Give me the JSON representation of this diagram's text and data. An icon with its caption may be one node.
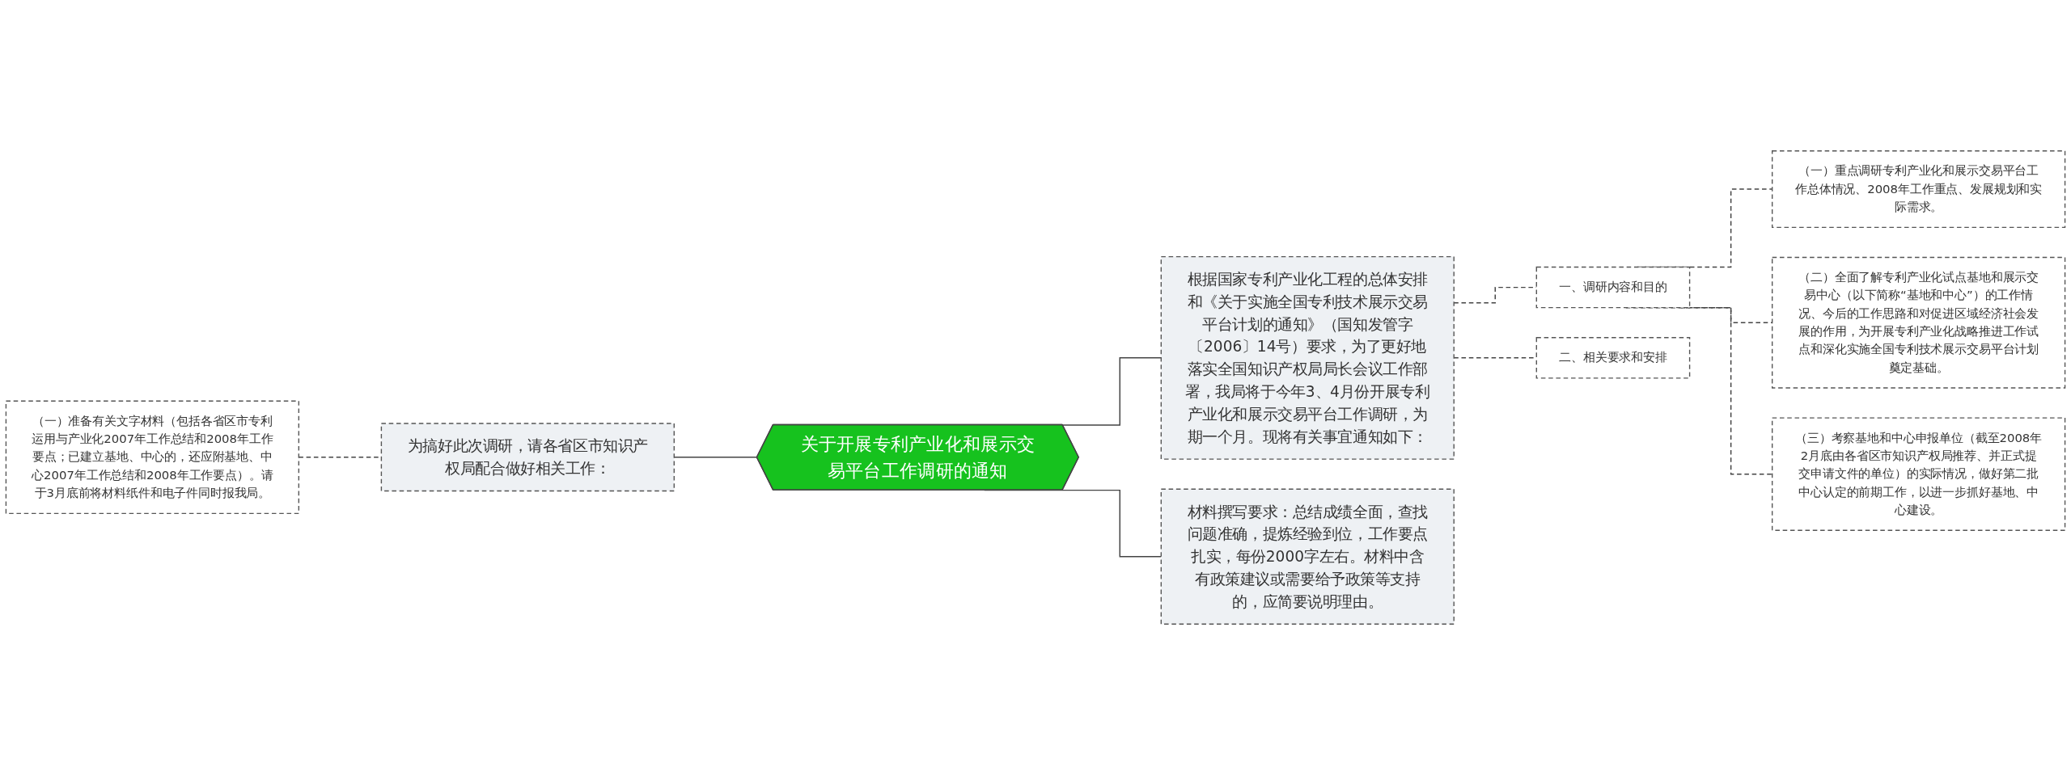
{
  "diagram": {
    "nodes": [
      {
        "text": [
          "关于开展专利产业化和展示交易平台工作调研的通知"
        ]
      },
      {
        "text": [
          "为搞好此次调研，请各省区市知识产权局配合做好相关工作："
        ]
      },
      {
        "text": [
          "（一）准备有关文字材料（包括各省区市专利运用与产业化2007年工作总结和2008年工作要点；已建立基地、中心的，还应附基地、中心2007年工作总结和2008年工作要点）。请于3月底前将材料纸件和电子件同时报我局。"
        ]
      },
      {
        "text": [
          "根据国家专利产业化工程的总体安排和《关于实施全国专利技术展示交易平台计划的通知》（国知发管字〔2006〕14号）要求，为了更好地落实全国知识产权局局长会议工作部署，我局将于今年3、4月份开展专利产业化和展示交易平台工作调研，为期一个月。现将有关事宜通知如下："
        ]
      },
      {
        "text": [
          "一、调研内容和目的"
        ]
      },
      {
        "text": [
          "（一）重点调研专利产业化和展示交易平台工作总体情况、2008年工作重点、发展规划和实际需求。"
        ]
      },
      {
        "text": [
          "（二）全面了解专利产业化试点基地和展示交易中心（以下简称“基地和中心”）的工作情况、今后的工作思路和对促进区域经济社会发展的作用，为开展专利产业化战略推进工作试点和深化实施全国专利技术展示交易平台计划奠定基础。"
        ]
      },
      {
        "text": [
          "（三）考察基地和中心申报单位（截至2008年2月底由各省区市知识产权局推荐、并正式提交申请文件的单位）的实际情况，做好第二批中心认定的前期工作，以进一步抓好基地、中心建设。"
        ]
      },
      {
        "text": [
          "二、相关要求和安排"
        ]
      },
      {
        "text": [
          "材料撰写要求：总结成绩全面，查找问题准确，提炼经验到位，工作要点扎实，每份2000字左右。材料中含有政策建议或需要给予政策等支持的，应简要说明理由。"
        ]
      }
    ],
    "edges": [
      {
        "from": 0,
        "to": 1,
        "arrow": "none"
      },
      {
        "from": 1,
        "to": 2,
        "arrow": "none",
        "style": "dashed"
      },
      {
        "from": 0,
        "to": 3,
        "arrow": "none"
      },
      {
        "from": 3,
        "to": 4,
        "arrow": "none",
        "style": "dashed"
      },
      {
        "from": 4,
        "to": 5,
        "arrow": "none",
        "style": "dashed"
      },
      {
        "from": 4,
        "to": 6,
        "arrow": "none",
        "style": "dashed"
      },
      {
        "from": 4,
        "to": 7,
        "arrow": "none",
        "style": "dashed"
      },
      {
        "from": 3,
        "to": 8,
        "arrow": "none",
        "style": "dashed"
      },
      {
        "from": 0,
        "to": 9,
        "arrow": "none"
      }
    ]
  }
}
